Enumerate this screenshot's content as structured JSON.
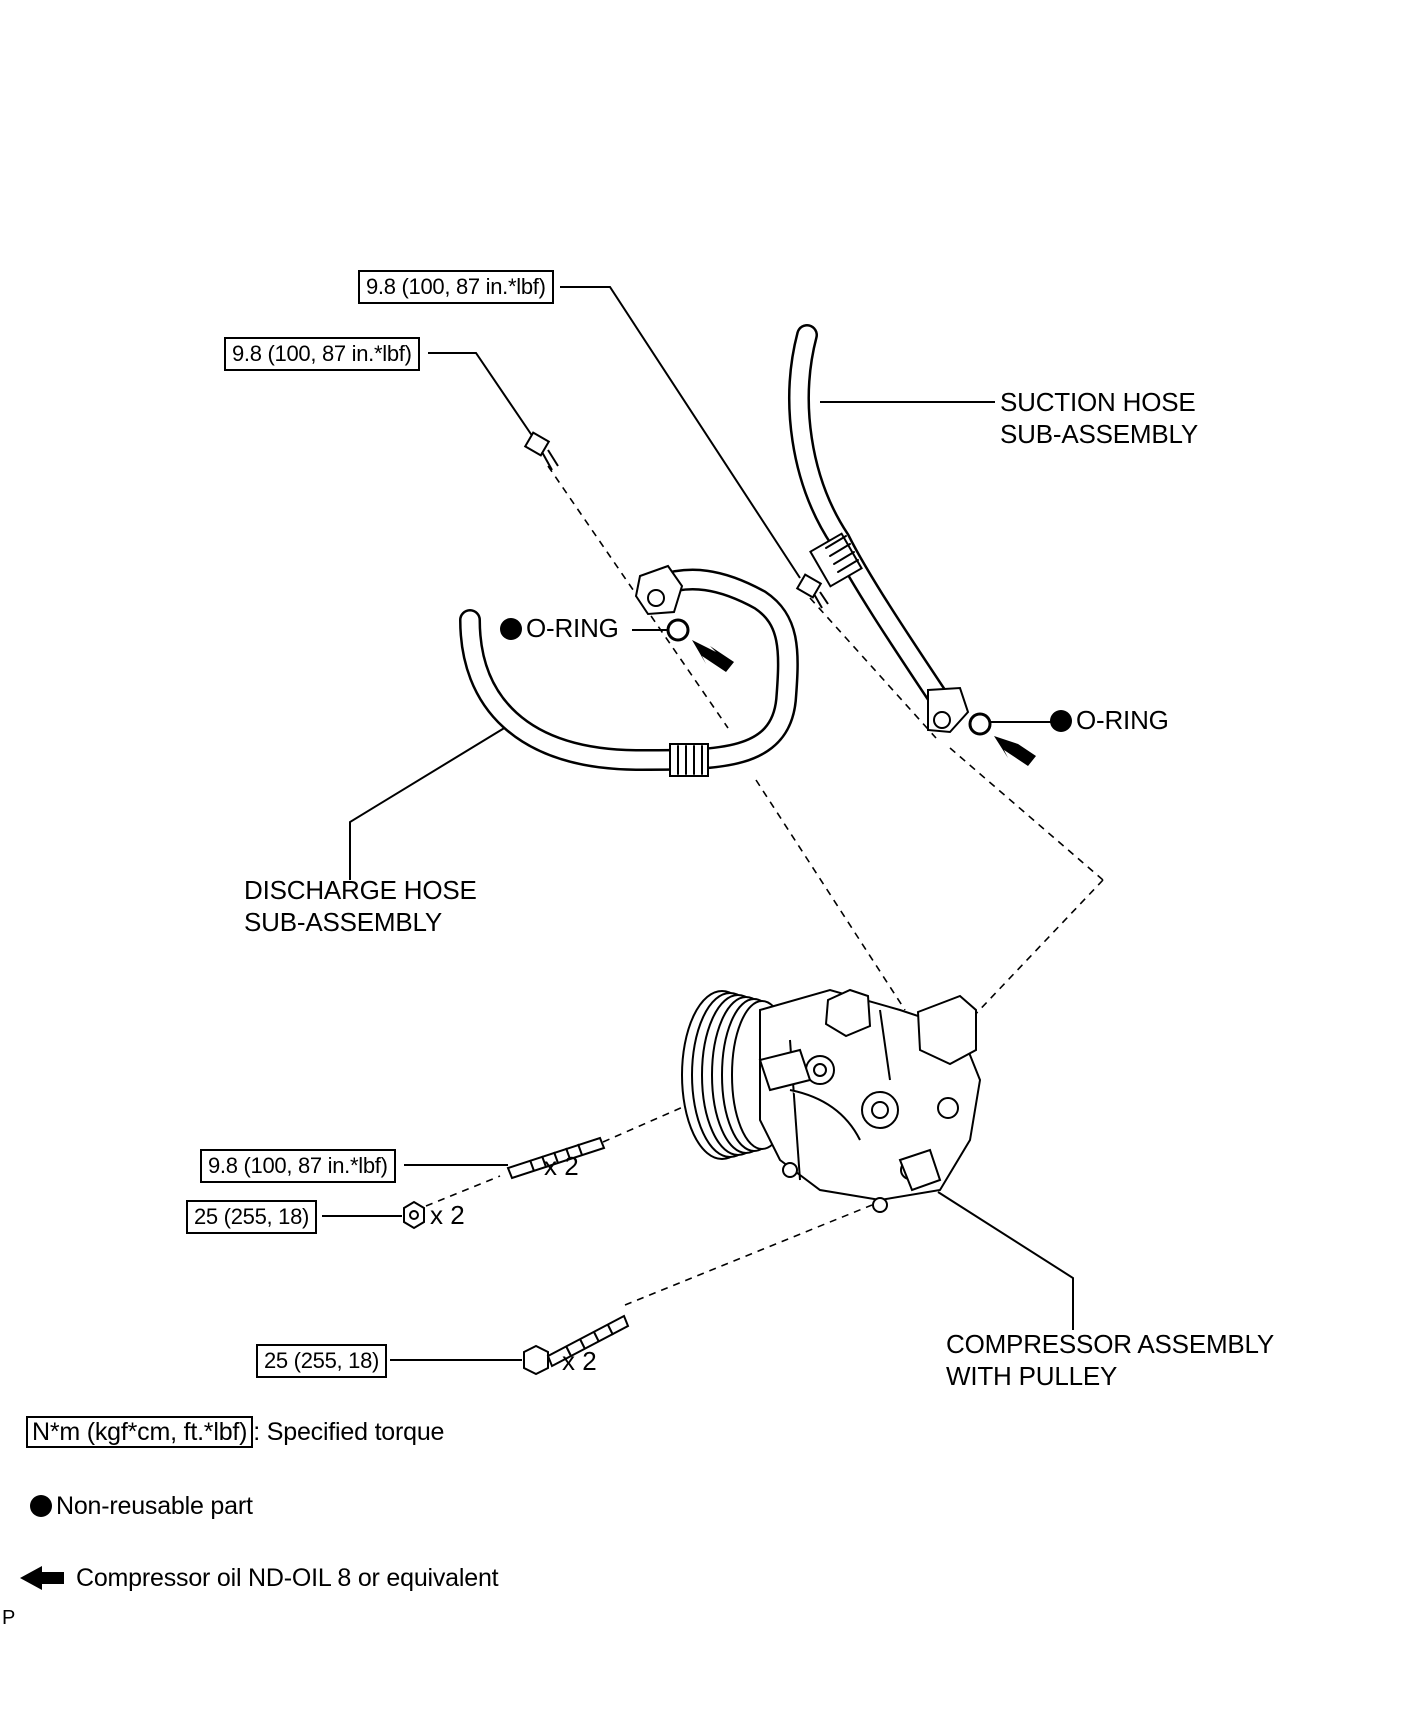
{
  "torque_labels": {
    "discharge_bolt": "9.8 (100, 87 in.*lbf)",
    "suction_bolt": "9.8 (100, 87 in.*lbf)",
    "stud_bolt": "9.8 (100, 87 in.*lbf)",
    "nut": "25 (255, 18)",
    "bolt": "25 (255, 18)"
  },
  "quantities": {
    "stud_bolt": "x 2",
    "nut": "x 2",
    "bolt": "x 2"
  },
  "parts": {
    "suction_hose": [
      "SUCTION HOSE",
      "SUB-ASSEMBLY"
    ],
    "discharge_hose": [
      "DISCHARGE HOSE",
      "SUB-ASSEMBLY"
    ],
    "compressor": [
      "COMPRESSOR ASSEMBLY",
      "WITH PULLEY"
    ],
    "o_ring_left": "O-RING",
    "o_ring_right": "O-RING"
  },
  "legend": {
    "torque_box": "N*m (kgf*cm, ft.*lbf)",
    "torque_text": ": Specified torque",
    "non_reusable": "Non-reusable part",
    "oil": "Compressor oil ND-OIL 8 or equivalent"
  },
  "footer_mark": "P"
}
